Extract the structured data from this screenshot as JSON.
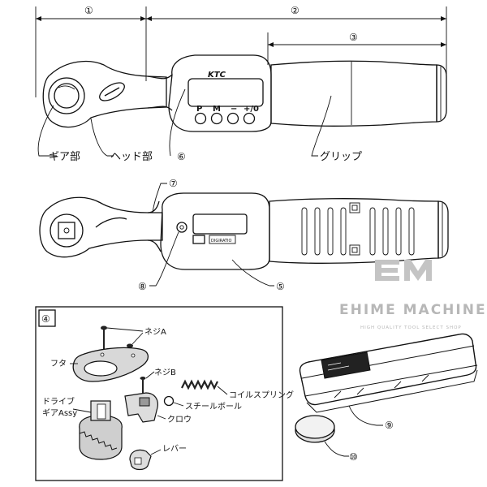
{
  "dimensions": {
    "d1": "①",
    "d2": "②",
    "d3": "③"
  },
  "wrench_top": {
    "brand": "KTC",
    "btn_p": "P",
    "btn_m": "M",
    "btn_minus": "−",
    "btn_plus_zero": "+/0",
    "labels": {
      "gear": "ギア部",
      "head": "ヘッド部",
      "six": "⑥",
      "grip": "グリップ"
    }
  },
  "wrench_bottom": {
    "plate": "DIGIRATIO",
    "labels": {
      "seven": "⑦",
      "eight": "⑧",
      "five": "⑤"
    }
  },
  "parts": {
    "box_number": "④",
    "screw_a": "ネジA",
    "lid": "フタ",
    "screw_b": "ネジB",
    "coil_spring": "コイルスプリング",
    "steel_ball": "スチールボール",
    "drive_line1": "ドライブ",
    "drive_line2": "ギアAssy",
    "claw": "クロウ",
    "lever": "レバー"
  },
  "case_labels": {
    "nine": "⑨",
    "ten": "⑩"
  },
  "watermark": {
    "name": "EHIME MACHINE",
    "tagline": "HIGH QUALITY TOOL SELECT SHOP"
  }
}
